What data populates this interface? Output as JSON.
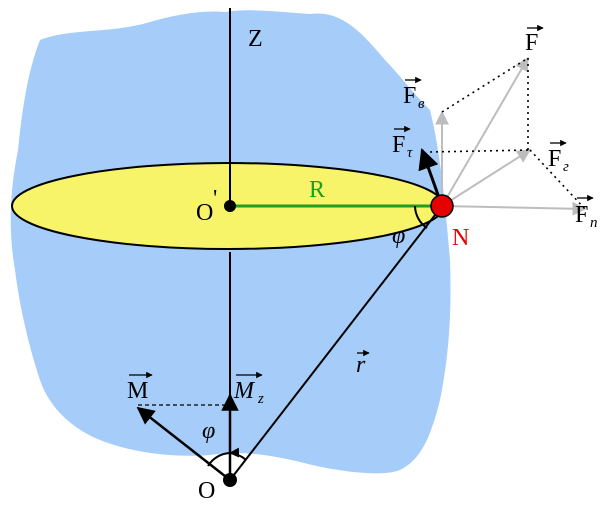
{
  "colors": {
    "background_blob": "#a6cdfa",
    "ellipse_fill": "#f7f46a",
    "radius_line": "#1f9e1f",
    "point_N": "#e60000",
    "gray_vectors": "#bdbdbd",
    "black": "#000000"
  },
  "labels": {
    "axis_z": "Z",
    "center_o_prime": "O",
    "prime_mark": "'",
    "radius": "R",
    "point_n": "N",
    "origin": "O",
    "angle_phi_top": "φ",
    "angle_phi_bottom": "φ",
    "r_vec": "r",
    "M_vec": "M",
    "Mz_vec": "M",
    "Mz_sub": "z",
    "F": "F",
    "Fv": "F",
    "Fv_sub": "в",
    "Ft": "F",
    "Ft_sub": "τ",
    "Fg": "F",
    "Fg_sub": "г",
    "Fn": "F",
    "Fn_sub": "n"
  }
}
